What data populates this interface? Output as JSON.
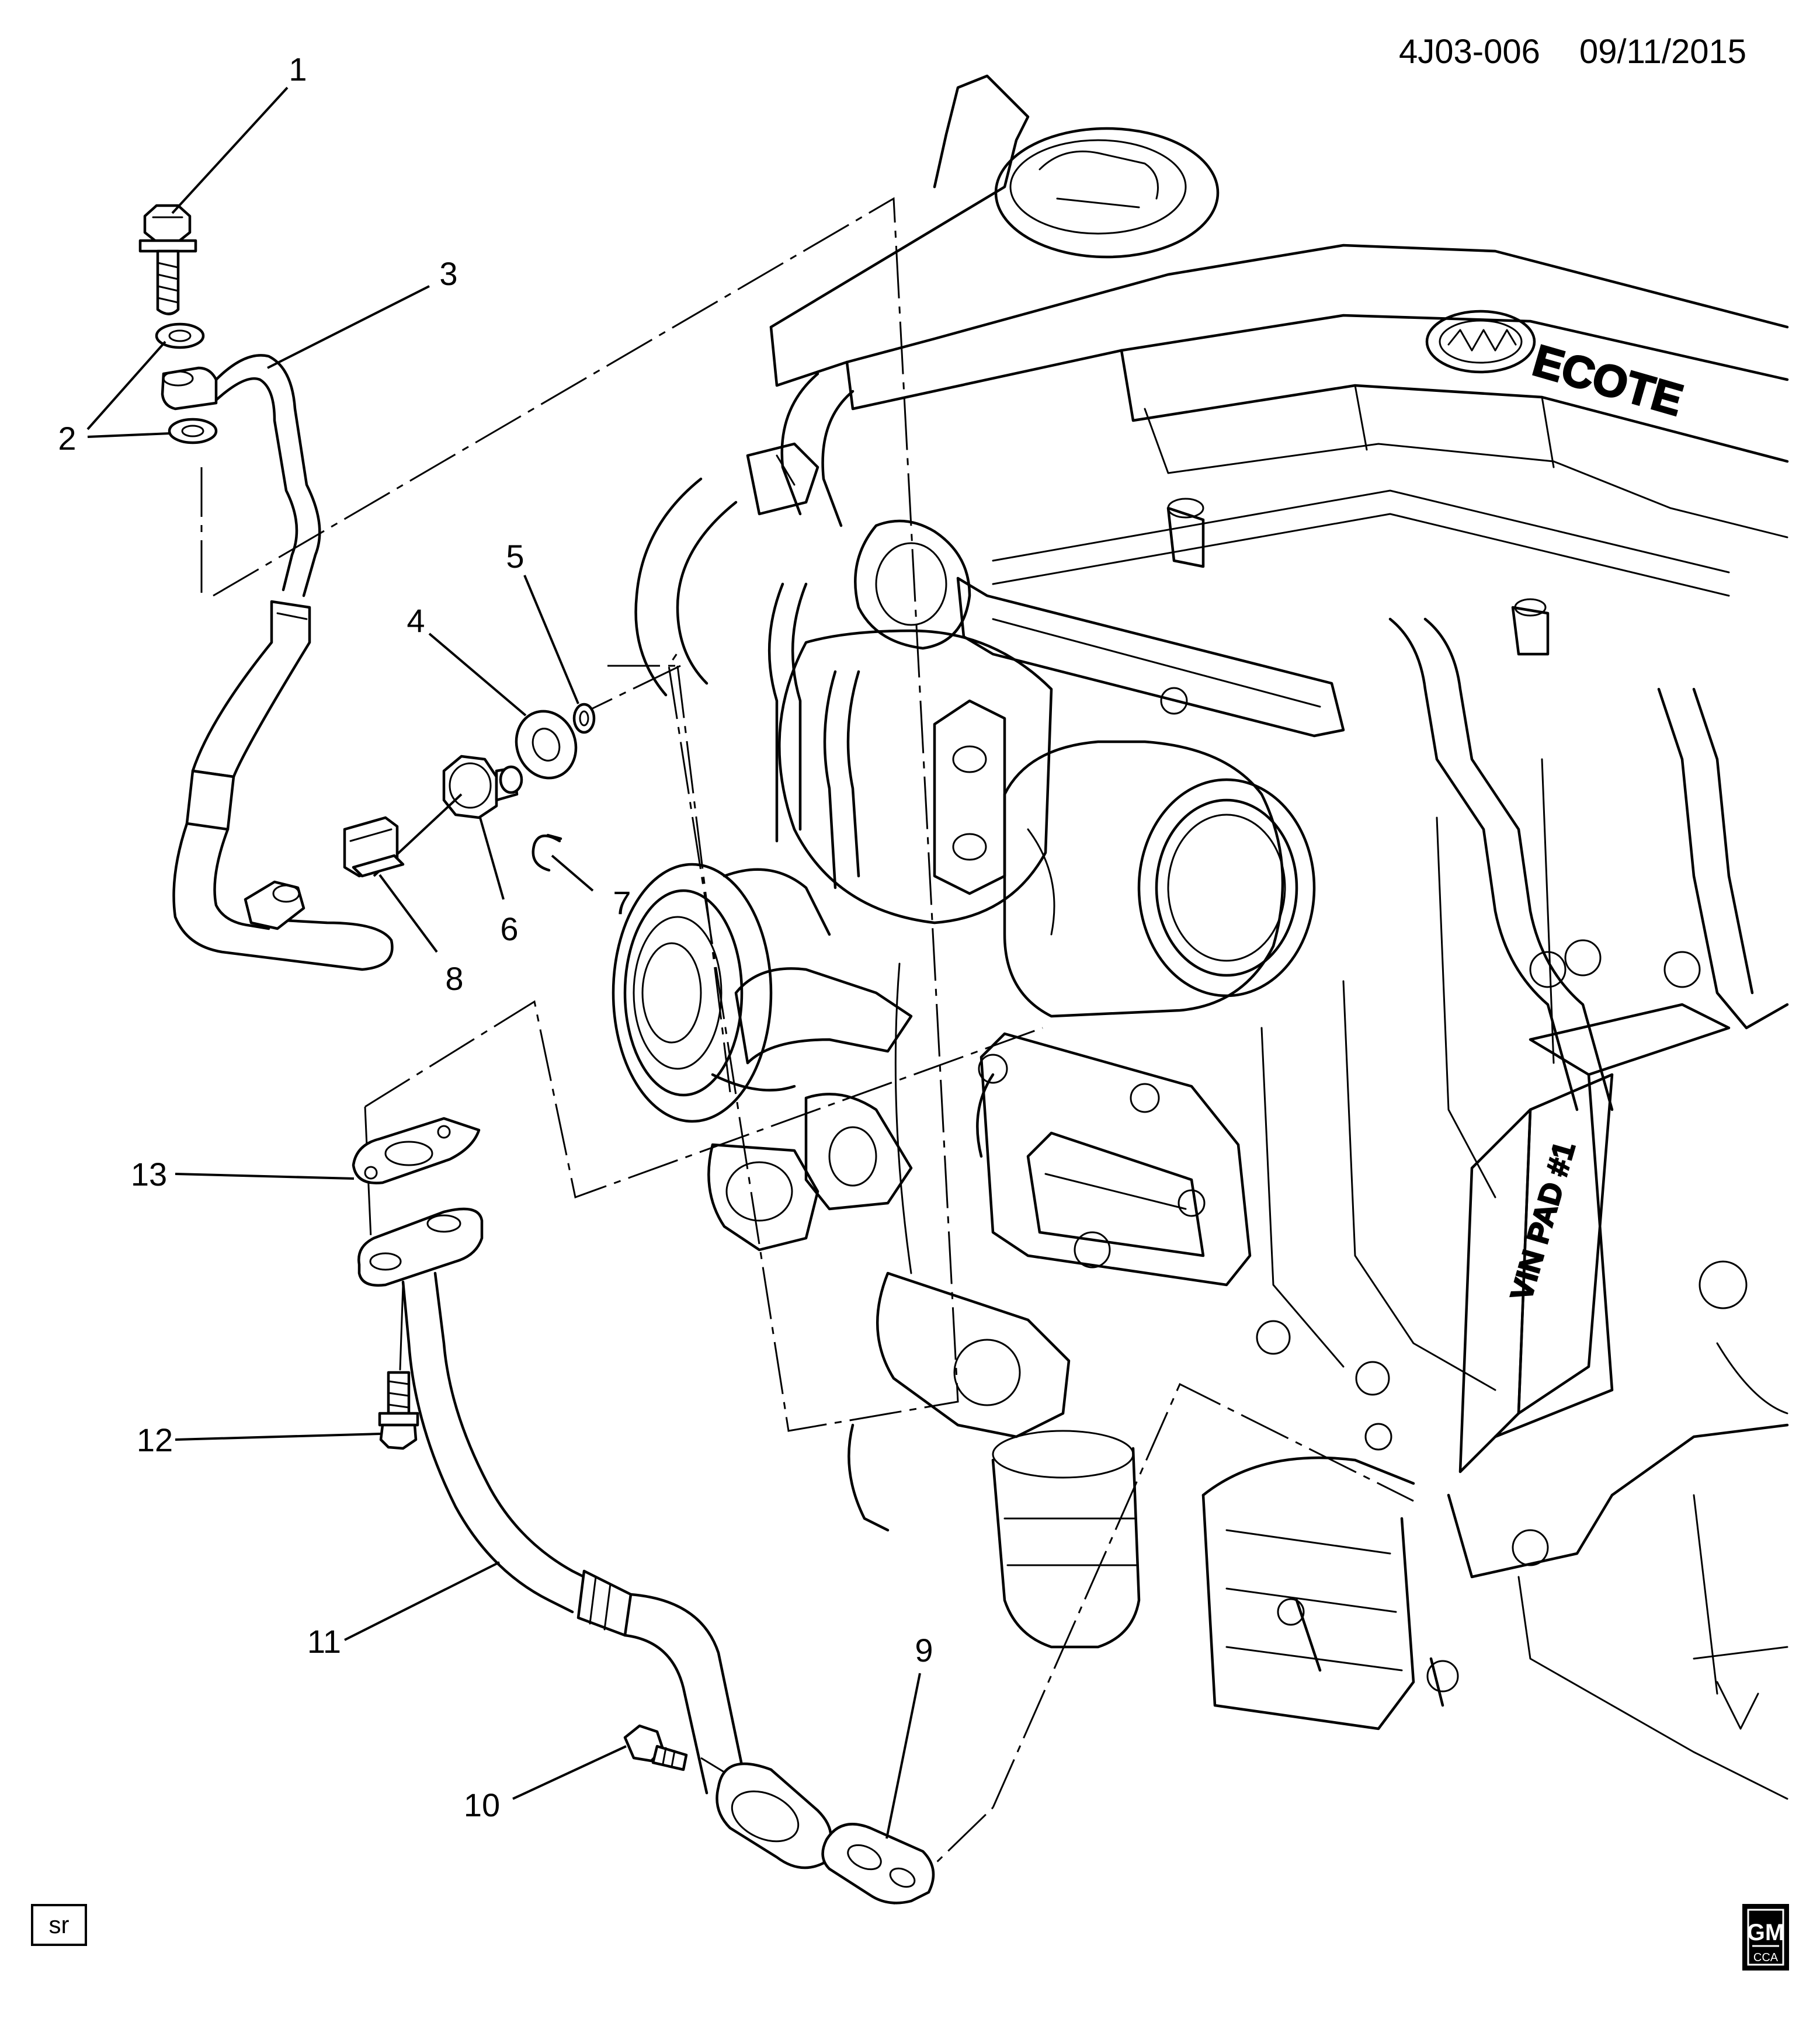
{
  "header": {
    "figure_id": "4J03-006",
    "date": "09/11/2015"
  },
  "engine_labels": {
    "engine_cover_text": "ECOTE",
    "vin_pad_text": "VIN PAD #1"
  },
  "callouts": [
    "1",
    "2",
    "3",
    "4",
    "5",
    "6",
    "7",
    "8",
    "9",
    "10",
    "11",
    "12",
    "13"
  ],
  "footer": {
    "corner_tag": "sr",
    "logo_text": "GM",
    "logo_subtext": "CCA"
  }
}
